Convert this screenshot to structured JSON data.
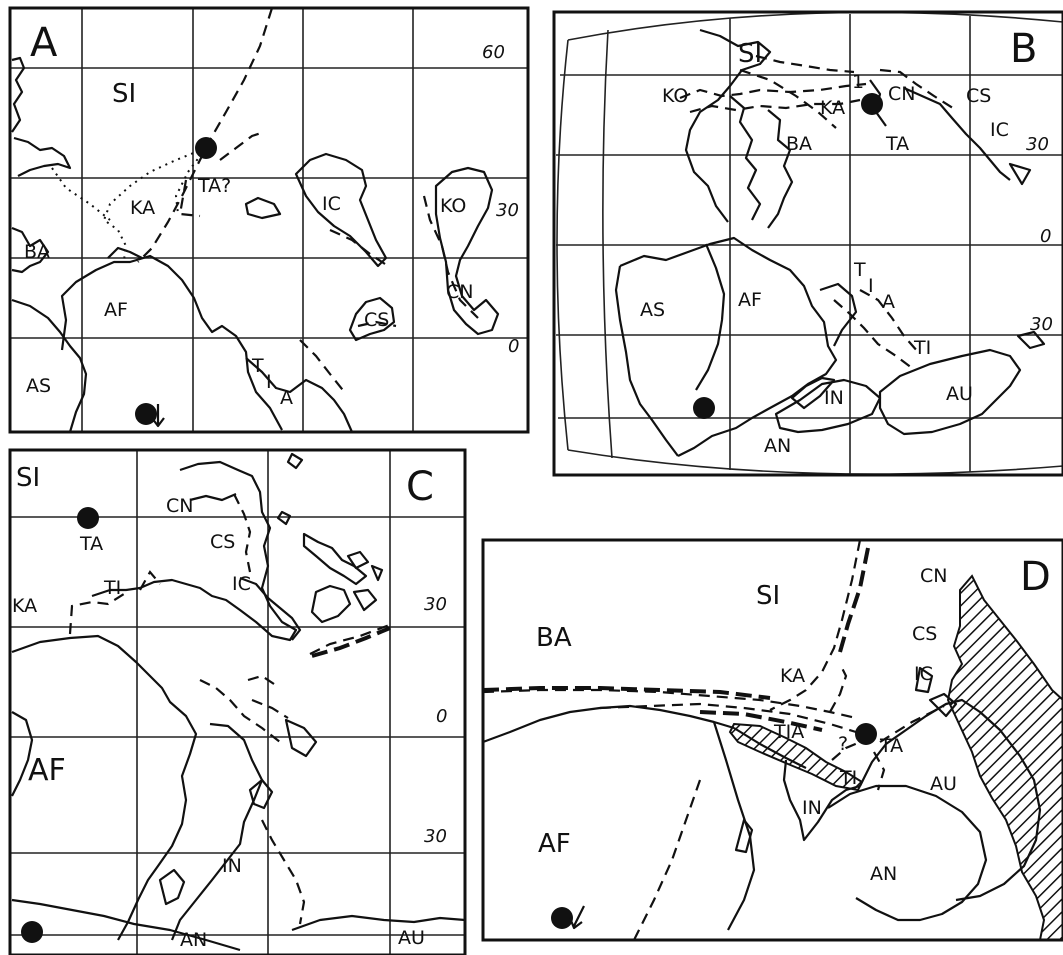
{
  "panels": {
    "A": {
      "letter": "A",
      "latitudes": [
        "60",
        "30",
        "0"
      ],
      "labels": [
        "SI",
        "TA?",
        "KA",
        "BA",
        "AF",
        "AS",
        "IC",
        "KO",
        "CN",
        "CS",
        "T",
        "I",
        "A"
      ]
    },
    "B": {
      "letter": "B",
      "latitudes": [
        "30",
        "0",
        "30"
      ],
      "labels": [
        "SI",
        "KO",
        "KA",
        "BA",
        "1",
        "CN",
        "TA",
        "CS",
        "IC",
        "AS",
        "AF",
        "T",
        "I",
        "A",
        "TI",
        "IN",
        "AU",
        "AN"
      ]
    },
    "C": {
      "letter": "C",
      "latitudes": [
        "30",
        "0",
        "30"
      ],
      "labels": [
        "SI",
        "TA",
        "CN",
        "CS",
        "IC",
        "KA",
        "TI",
        "AF",
        "IN",
        "AN",
        "AU"
      ]
    },
    "D": {
      "letter": "D",
      "labels": [
        "SI",
        "BA",
        "KA",
        "CN",
        "CS",
        "IC",
        "TIA",
        "?",
        "TA",
        "TI",
        "IN",
        "AU",
        "AF",
        "AN"
      ]
    }
  },
  "colors": {
    "ink": "#111111",
    "paper": "#ffffff"
  }
}
